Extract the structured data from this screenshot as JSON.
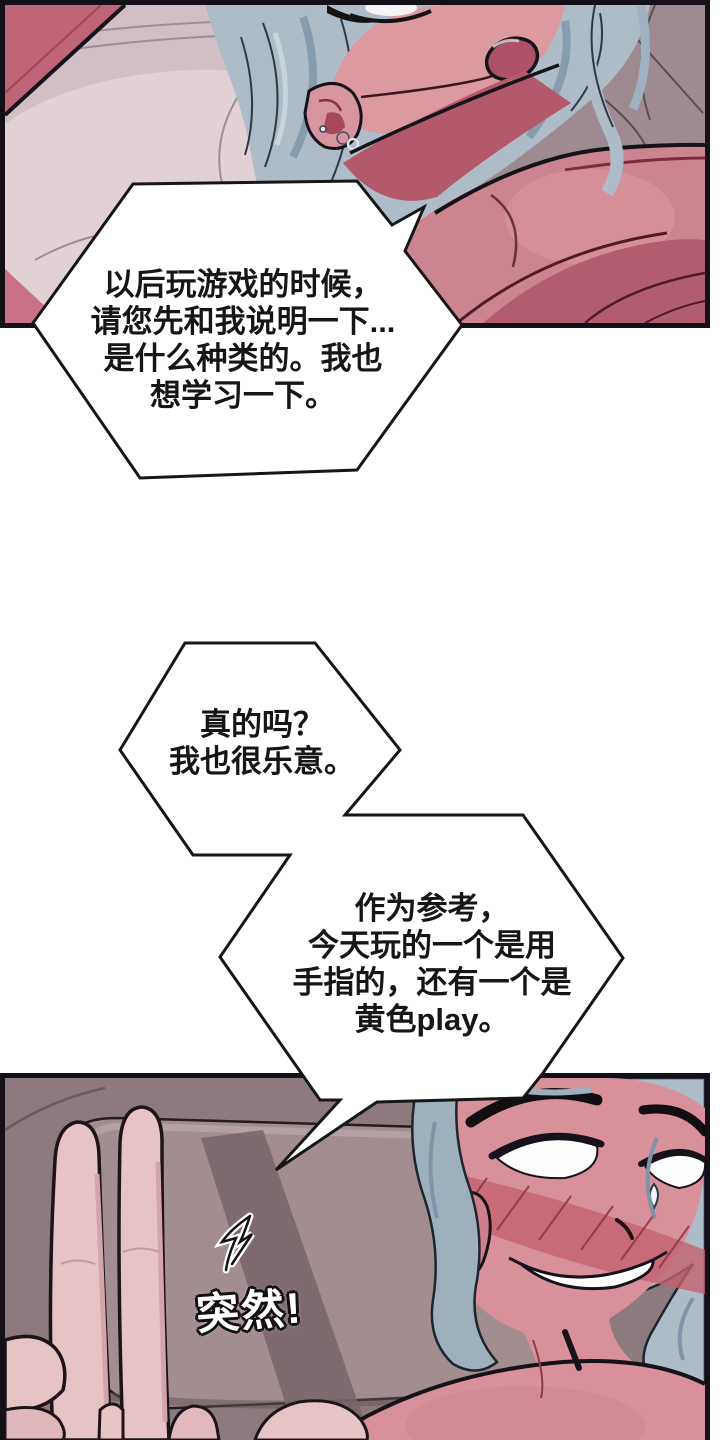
{
  "bubbles": [
    {
      "speaker": "bubble-1",
      "lines": [
        "以后玩游戏的时候，",
        "请您先和我说明一下...",
        "是什么种类的。我也",
        "想学习一下。"
      ]
    },
    {
      "speaker": "bubble-2",
      "lines": [
        "真的吗？",
        "我也很乐意。"
      ]
    },
    {
      "speaker": "bubble-3",
      "lines": [
        "作为参考，",
        "今天玩的一个是用",
        "手指的，还有一个是",
        "黄色play。"
      ]
    }
  ],
  "sfx": {
    "text": "突然!"
  },
  "colors": {
    "ink": "#141018",
    "paper": "#ffffff",
    "panel1_pillow": "#d2bfc5",
    "panel1_pillow_dark": "#9e8a91",
    "panel1_arm": "#c06577",
    "panel1_skin": "#cc8490",
    "panel1_skin_deep": "#b25d6f",
    "neck_shadow": "#b4596c",
    "mouth": "#ad5168",
    "hair": "#aebcc8",
    "panel2_couch": "#8d7a7e",
    "panel2_couch_dark": "#6e5e62",
    "panel2_pillow": "#a28d90",
    "panel2_skin": "#d8919b",
    "blush": "#c4626f",
    "finger_skin": "#e6c3c4"
  }
}
